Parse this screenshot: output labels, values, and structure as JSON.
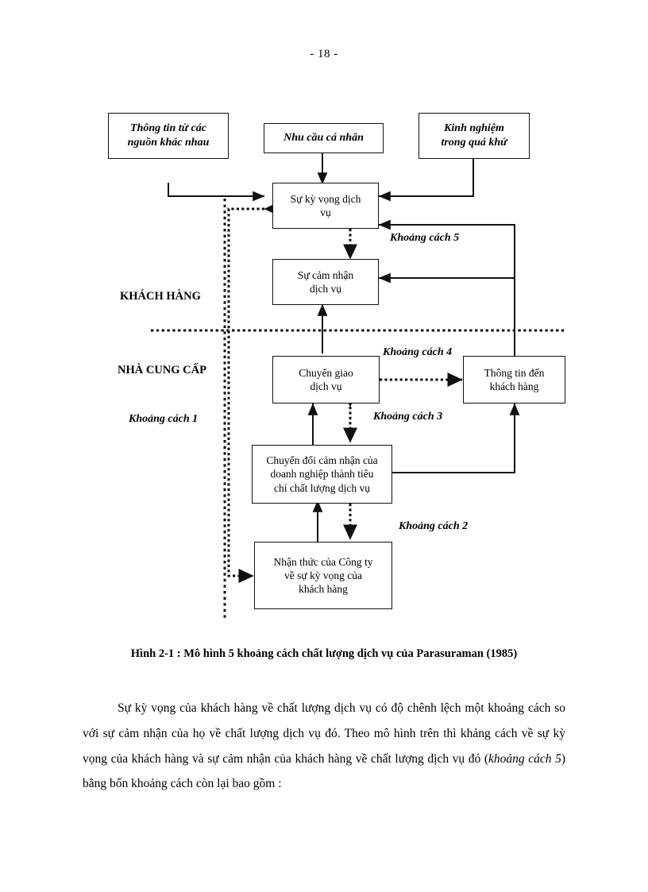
{
  "page": {
    "number_label": "- 18 -"
  },
  "figure": {
    "caption": "Hình 2-1 : Mô hình 5 khoảng cách chất lượng dịch vụ của Parasuraman (1985)",
    "zones": [
      {
        "name": "customer",
        "label": "KHÁCH HÀNG"
      },
      {
        "name": "provider",
        "label": "NHÀ CUNG CẤP"
      }
    ],
    "nodes": [
      {
        "id": "external-sources",
        "label": "Thông tin từ các\nnguồn khác nhau",
        "style": "bold-italic"
      },
      {
        "id": "personal-needs",
        "label": "Nhu cầu cá nhân",
        "style": "bold-italic"
      },
      {
        "id": "past-experience",
        "label": "Kinh nghiệm\ntrong quá khứ",
        "style": "bold-italic"
      },
      {
        "id": "expected-service",
        "label": "Sự kỳ vọng dịch\nvụ",
        "style": "plain"
      },
      {
        "id": "perceived-service",
        "label": "Sự cảm nhận\ndịch vụ",
        "style": "plain"
      },
      {
        "id": "service-delivery",
        "label": "Chuyển giao\ndịch vụ",
        "style": "plain"
      },
      {
        "id": "external-communication",
        "label": "Thông tin đến\nkhách hàng",
        "style": "plain"
      },
      {
        "id": "service-standards",
        "label": "Chuyển đổi cảm nhận của\ndoanh nghiệp thành tiêu\nchí chất lượng dịch vụ",
        "style": "plain"
      },
      {
        "id": "management-perception",
        "label": "Nhận thức của Công ty\nvề sự kỳ vọng của\nkhách hàng",
        "style": "plain"
      }
    ],
    "gap_labels": [
      {
        "id": "gap-1",
        "label": "Khoảng cách 1"
      },
      {
        "id": "gap-2",
        "label": "Khoảng cách 2"
      },
      {
        "id": "gap-3",
        "label": "Khoảng cách 3"
      },
      {
        "id": "gap-4",
        "label": "Khoảng cách 4"
      },
      {
        "id": "gap-5",
        "label": "Khoảng cách 5"
      }
    ]
  },
  "body": {
    "paragraph_lead": "Sự kỳ vọng của khách hàng về chất lượng dịch vụ có độ chênh lệch một khoảng cách so với sự cảm nhận của họ về chất lượng dịch vụ đó. Theo mô hình trên thì khảng cách về sự kỳ vọng của khách hàng và sự cảm nhận của khách hàng về chất lượng dịch vụ đó (",
    "paragraph_italic": "khoảng cách 5",
    "paragraph_tail": ") bằng bốn khoảng cách còn lại bao gồm :"
  }
}
